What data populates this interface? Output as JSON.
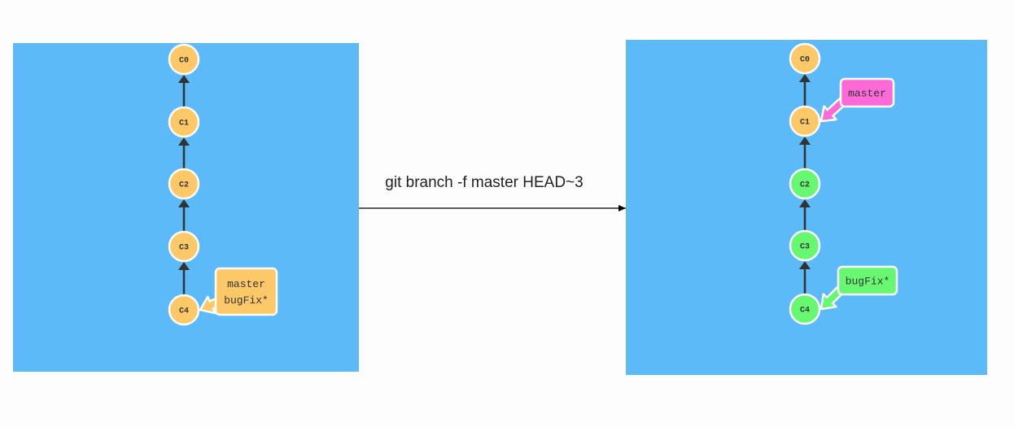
{
  "command": "git branch -f master HEAD~3",
  "colors": {
    "panel": "#5cbaf8",
    "commit_default": "#fdc968",
    "commit_highlight": "#68f770",
    "master_branch_after": "#fb6ad6",
    "arrow": "#333333",
    "node_stroke": "#ffffff",
    "command_arrow": "#000000"
  },
  "before": {
    "commits": [
      {
        "id": "C0",
        "color": "#fdc968"
      },
      {
        "id": "C1",
        "color": "#fdc968"
      },
      {
        "id": "C2",
        "color": "#fdc968"
      },
      {
        "id": "C3",
        "color": "#fdc968"
      },
      {
        "id": "C4",
        "color": "#fdc968"
      }
    ],
    "branch_tags": [
      {
        "lines": [
          "master",
          "bugFix*"
        ],
        "target": "C4",
        "color": "#fdc968"
      }
    ]
  },
  "after": {
    "commits": [
      {
        "id": "C0",
        "color": "#fdc968"
      },
      {
        "id": "C1",
        "color": "#fdc968"
      },
      {
        "id": "C2",
        "color": "#68f770"
      },
      {
        "id": "C3",
        "color": "#68f770"
      },
      {
        "id": "C4",
        "color": "#68f770"
      }
    ],
    "branch_tags": [
      {
        "lines": [
          "master"
        ],
        "target": "C1",
        "color": "#fb6ad6"
      },
      {
        "lines": [
          "bugFix*"
        ],
        "target": "C4",
        "color": "#68f770"
      }
    ]
  }
}
